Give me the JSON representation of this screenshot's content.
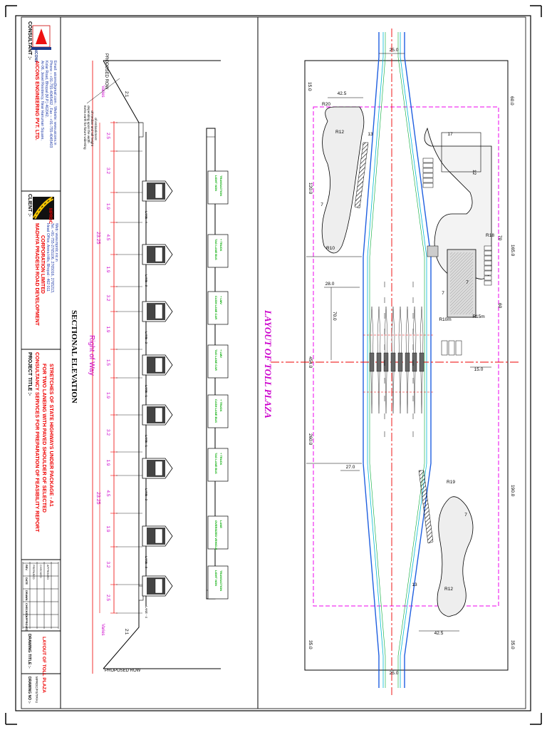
{
  "consultant": {
    "label": "CONSULTANT :-",
    "logo_text": "AICONS",
    "company": "AICONS ENGINEERING PVT. LTD.",
    "address_1": "Ar-06, Jewel Residency, Near Hanuman Square,",
    "address_2": "Kolar Road, Bhopal (M.P.) 462042.",
    "phone": "Phone :- +91-755-4045402 , Fax :- +91-755-4045403",
    "email": "Email: aicons@gmail.com ; Website: www.aicons.in"
  },
  "client": {
    "label": "CLIENT :-",
    "logo_text": "MPRDC",
    "name_1": "MADHYA PRADESH ROAD DEVELOPMENT",
    "name_2": "CORPORATION LIMITED",
    "office": "Head Office, Arera Hills, Bhopal - 462 011",
    "tel": "Tel. +91-755-2765106, 2765016, 2765213,",
    "web": "Web: www.mprdc.nic.in"
  },
  "project": {
    "label": "PROJECT TITLE :-",
    "line_1": "CONSULTANCY SERVICES FOR PREPARATION OF FEASIBILITY REPORT",
    "line_2": "FOR TWO LANEING WITH PAVED SHOULDER OF SELECTED",
    "line_3": "STRETCHES OF STATE HIGHWAYS UNDER PACKAGE - A1"
  },
  "revision_table": {
    "headers": [
      "REV.",
      "DATE",
      "DRAWN",
      "CHECKED",
      "APPROVED"
    ],
    "rows": [
      [
        "PREPARED",
        "",
        "",
        "",
        ""
      ],
      [
        "CHECKED",
        "",
        "",
        "",
        ""
      ],
      [
        "APPROVED",
        "",
        "",
        "",
        ""
      ]
    ]
  },
  "drawing_title": {
    "label": "DRAWING TITLE :-",
    "title": "LAYOUT OF TOLL PLAZA",
    "no_label": "DRAWING NO :-",
    "number": "MPRDC/FS/TP/A1"
  },
  "section": {
    "title": "SECTIONAL ELEVATION",
    "row_top": "PROPOSED ROW",
    "row_bottom": "PROPOSED ROW",
    "row_label": "Right of Way",
    "varies_top": "Varies",
    "varies_bottom": "Varies",
    "slope_top": "2:1",
    "slope_bottom": "2:1",
    "note_1": "Extra earth for future widening",
    "note_2": "depending upon the width",
    "note_3": "of median and toll height",
    "note_4": "of embankment",
    "dimensions": [
      "2.5",
      "3.2",
      "1.9",
      "4.5",
      "1.9",
      "3.2",
      "1.9",
      "1.5",
      "1.9",
      "3.2",
      "1.9",
      "4.5",
      "1.9",
      "3.2",
      "2.5"
    ],
    "half_widths": [
      "23.25",
      "23.25"
    ],
    "lanes": [
      {
        "label": "LANE - 4",
        "sign": "LIGHT NON TRANSACTION"
      },
      {
        "label": "LANE - 3",
        "sign": "TAG LANE BUS + TRUCK"
      },
      {
        "label": "LANE - 2",
        "sign": "CASH LANE CAR + LMV"
      },
      {
        "label": "LANE - 1",
        "sign": "TAG LANE CAR + LMV"
      },
      {
        "label": "LANE - 1",
        "sign": "CASH LANE BUS + TRUCK"
      },
      {
        "label": "LANE - 2",
        "sign": "TAG LANE BUS + TRUCK"
      },
      {
        "label": "LANE - 3",
        "sign": "OVERSIZED VEHICLE LANE"
      },
      {
        "label": "LANE - 4",
        "sign": "LIGHT NON TRANSACTION"
      }
    ]
  },
  "layout": {
    "title": "LAYOUT OF TOLL PLAZA",
    "dims": {
      "road_width": "25.0",
      "top_left": "15.0",
      "top_right": "60.0",
      "bay_width": "42.5",
      "left_120": "120.0",
      "right_165": "165.0",
      "left_28": "28.0",
      "left_70": "70.0",
      "total_length": "454.0",
      "left_260": "260.0",
      "left_27": "27.0",
      "right_190": "190.0",
      "right_15": "15.0",
      "bottom_35_left": "35.0",
      "bottom_35_right": "35.0",
      "bottom_bay": "42.5",
      "bottom_road": "25.0",
      "r12_top": "R12",
      "r12_bottom": "R12",
      "r10": "R10",
      "r18": "R18",
      "r19": "R19",
      "r20": "R20",
      "d17": "17",
      "d13": "13",
      "d7": "7",
      "d12": "12",
      "d70": "70",
      "d60": "60",
      "r10m": "R10m",
      "r15m": "R15m"
    }
  }
}
